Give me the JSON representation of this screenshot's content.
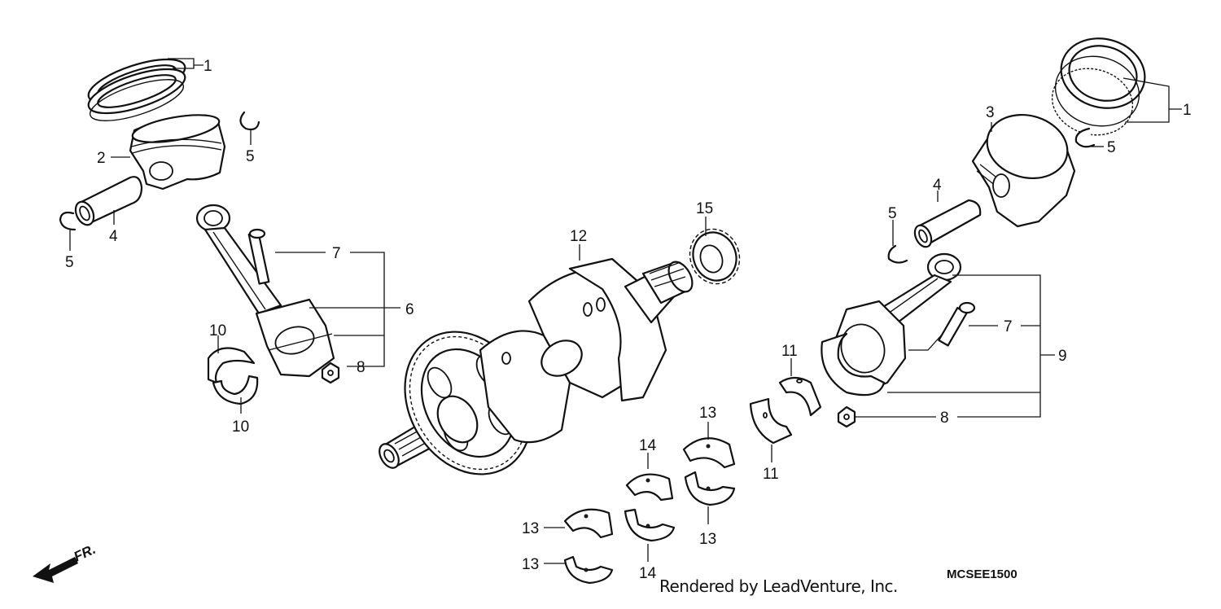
{
  "callouts": {
    "c1a": "1",
    "c1b": "1",
    "c2": "2",
    "c3": "3",
    "c4a": "4",
    "c4b": "4",
    "c5a": "5",
    "c5b": "5",
    "c5c": "5",
    "c5d": "5",
    "c6": "6",
    "c7a": "7",
    "c7b": "7",
    "c8a": "8",
    "c8b": "8",
    "c9": "9",
    "c10a": "10",
    "c10b": "10",
    "c11a": "11",
    "c11b": "11",
    "c12": "12",
    "c13a": "13",
    "c13b": "13",
    "c13c": "13",
    "c13d": "13",
    "c14a": "14",
    "c14b": "14",
    "c15": "15"
  },
  "direction_label": "FR.",
  "credit": "Rendered by LeadVenture, Inc.",
  "diagram_code": "MCSEE1500"
}
